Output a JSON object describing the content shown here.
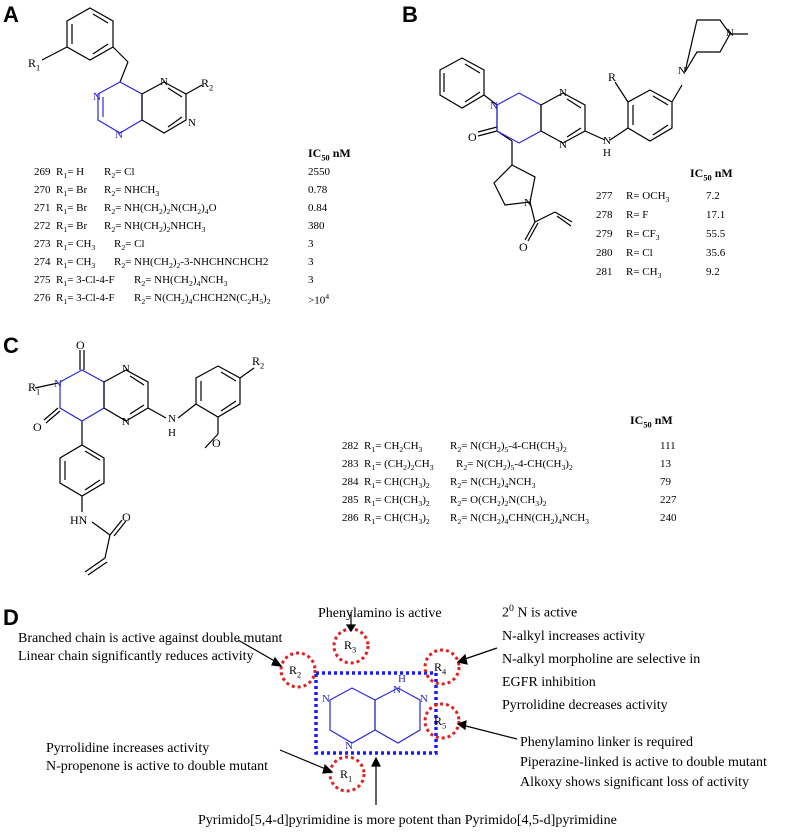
{
  "panels": {
    "a": "A",
    "b": "B",
    "c": "C",
    "d": "D"
  },
  "ic50_header": "IC50 nM",
  "table_a": [
    {
      "id": "269",
      "r1": "R1= H",
      "r2": "R2= Cl",
      "ic50": "2550"
    },
    {
      "id": "270",
      "r1": "R1= Br",
      "r2": "R2= NHCH3",
      "ic50": "0.78"
    },
    {
      "id": "271",
      "r1": "R1= Br",
      "r2": "R2= NH(CH2)2N(CH2)4O",
      "ic50": "0.84"
    },
    {
      "id": "272",
      "r1": "R1= Br",
      "r2": "R2= NH(CH2)2NHCH3",
      "ic50": "380"
    },
    {
      "id": "273",
      "r1": "R1= CH3",
      "r2": "R2= Cl",
      "ic50": "3"
    },
    {
      "id": "274",
      "r1": "R1= CH3",
      "r2": "R2= NH(CH2)2-3-NHCHNCHCH2",
      "ic50": "3"
    },
    {
      "id": "275",
      "r1": "R1= 3-Cl-4-F",
      "r2": "R2= NH(CH2)4NCH3",
      "ic50": "3"
    },
    {
      "id": "276",
      "r1": "R1= 3-Cl-4-F",
      "r2": "R2= N(CH2)4CHCH2N(C2H5)2",
      "ic50": ">10^4"
    }
  ],
  "table_b": [
    {
      "id": "277",
      "r": "R= OCH3",
      "ic50": "7.2"
    },
    {
      "id": "278",
      "r": "R= F",
      "ic50": "17.1"
    },
    {
      "id": "279",
      "r": "R= CF3",
      "ic50": "55.5"
    },
    {
      "id": "280",
      "r": "R= Cl",
      "ic50": "35.6"
    },
    {
      "id": "281",
      "r": "R= CH3",
      "ic50": "9.2"
    }
  ],
  "table_c": [
    {
      "id": "282",
      "r1": "R1= CH2CH3",
      "r2": "R2= N(CH2)5-4-CH(CH3)2",
      "ic50": "111"
    },
    {
      "id": "283",
      "r1": "R1= (CH2)2CH3",
      "r2": "R2= N(CH2)5-4-CH(CH3)2",
      "ic50": "13"
    },
    {
      "id": "284",
      "r1": "R1= CH(CH3)2",
      "r2": "R2= N(CH2)4NCH3",
      "ic50": "79"
    },
    {
      "id": "285",
      "r1": "R1= CH(CH3)2",
      "r2": "R2= O(CH2)2N(CH3)2",
      "ic50": "227"
    },
    {
      "id": "286",
      "r1": "R1= CH(CH3)2",
      "r2": "R2= N(CH2)4CHN(CH2)4NCH3",
      "ic50": "240"
    }
  ],
  "structure_labels": {
    "a_r1": "R1",
    "a_r2": "R2",
    "b_r": "R",
    "b_h": "H",
    "c_r1": "R1",
    "c_r2": "R2",
    "c_h": "H",
    "c_nh": "HN",
    "n": "N",
    "o": "O"
  },
  "panel_d": {
    "top": "Phenylamino is active",
    "left_1": "Branched chain is active against double mutant",
    "left_2": "Linear chain significantly reduces activity",
    "right_1": "2^0 N is active",
    "right_2": "N-alkyl increases activity",
    "right_3": "N-alkyl morpholine are selective in",
    "right_4": "EGFR inhibition",
    "right_5": "Pyrrolidine decreases activity",
    "bottom_left_1": "Pyrrolidine increases activity",
    "bottom_left_2": "N-propenone is active to double mutant",
    "bottom_right_1": "Phenylamino linker is required",
    "bottom_right_2": "Piperazine-linked is active to double mutant",
    "bottom_right_3": "Alkoxy shows significant loss of activity",
    "bottom": "Pyrimido[5,4-d]pyrimidine is more potent than Pyrimido[4,5-d]pyrimidine",
    "r_labels": [
      "R1",
      "R2",
      "R3",
      "R4",
      "R5"
    ],
    "h": "H",
    "n": "N"
  },
  "colors": {
    "blue_ring": "#2a2ad8",
    "red_circle": "#e02020",
    "box": "#1a1aff"
  }
}
